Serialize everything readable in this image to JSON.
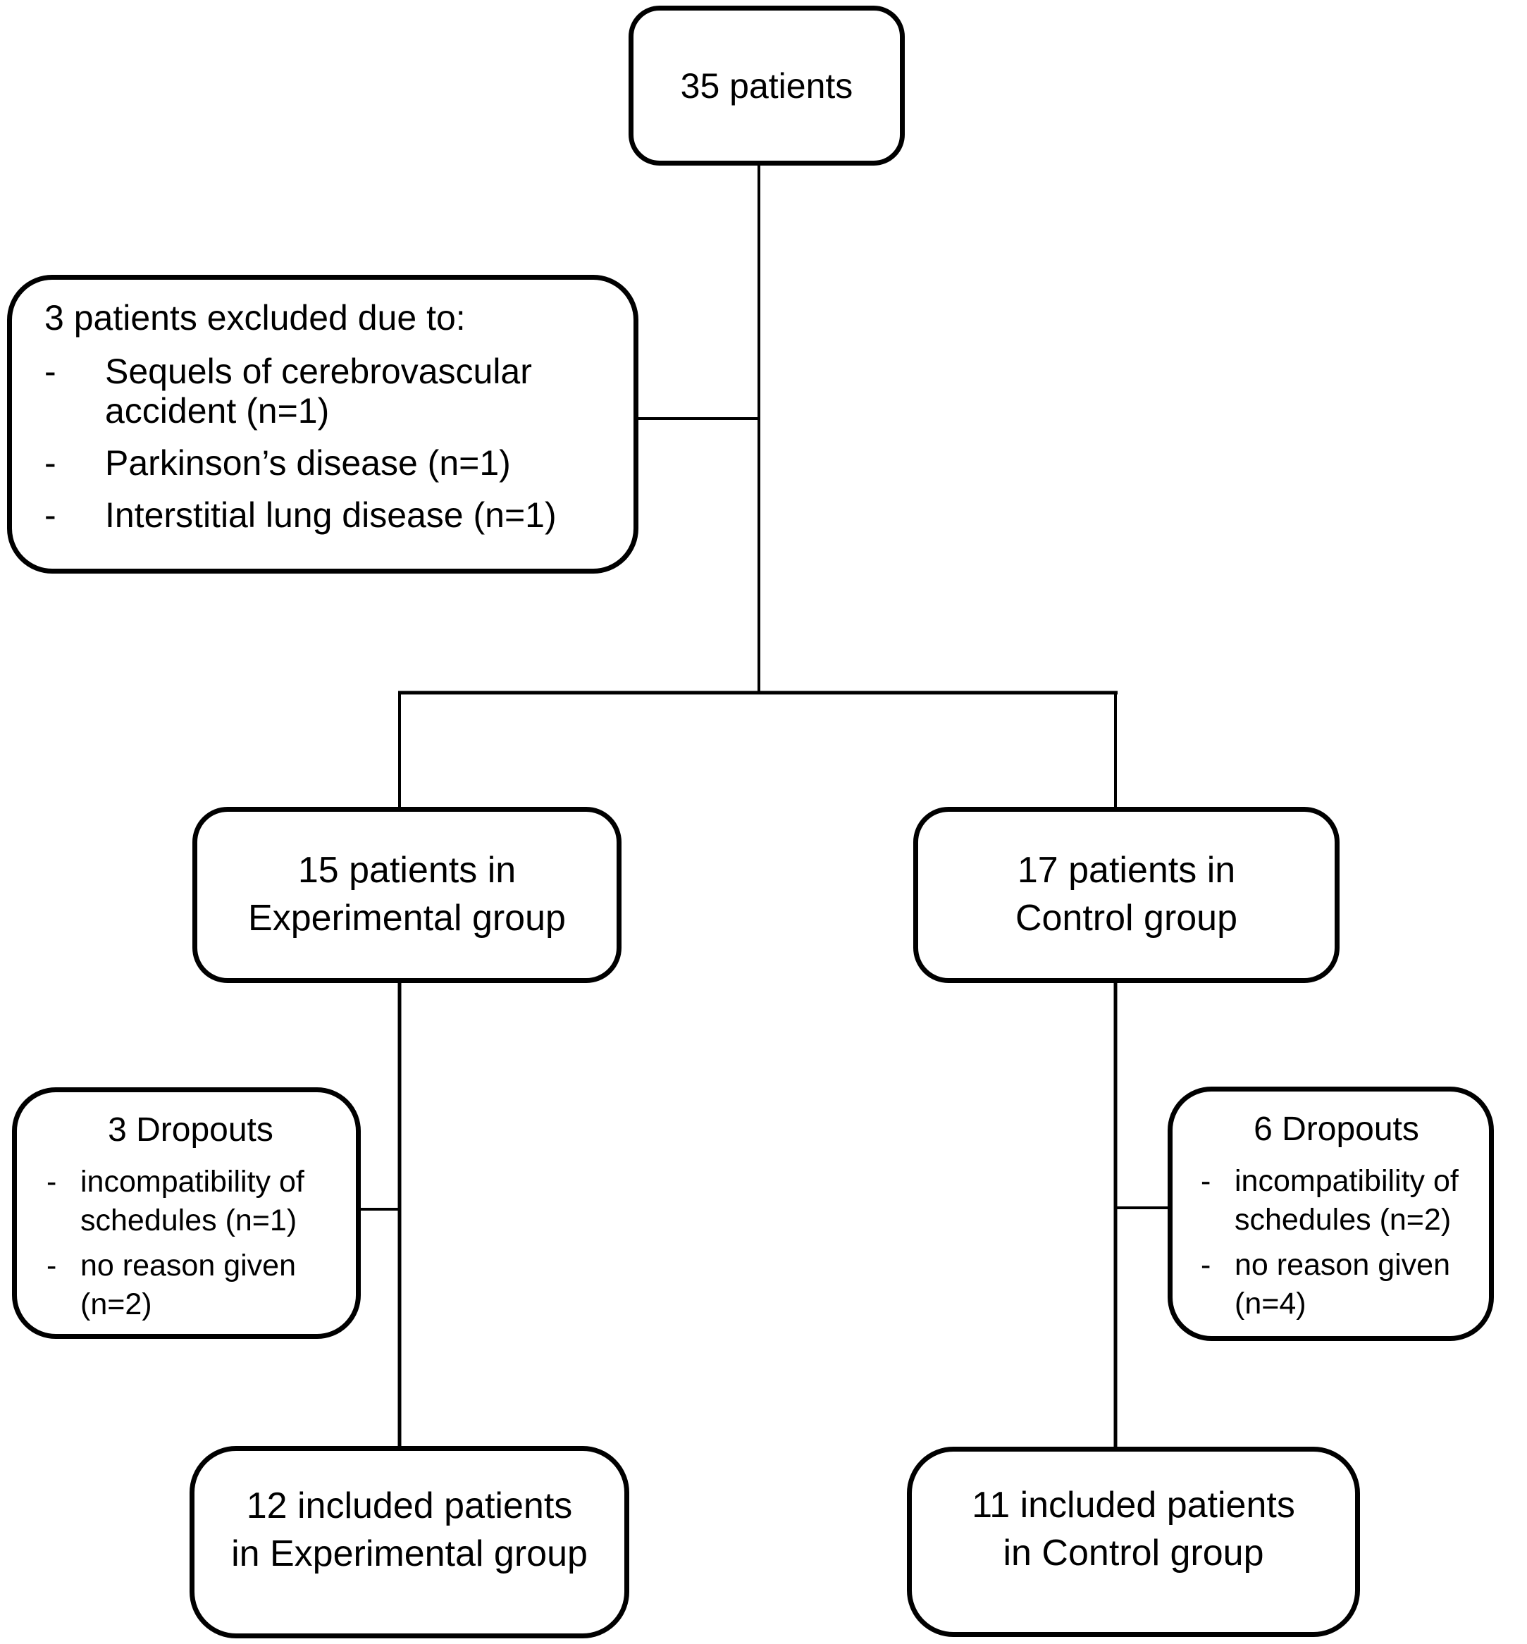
{
  "figure": {
    "type": "flowchart",
    "colors": {
      "background": "#ffffff",
      "box_fill": "#ffffff",
      "box_border": "#000000",
      "connector_line": "#000000",
      "text": "#000000"
    }
  },
  "nodes": {
    "total": {
      "text": "35 patients"
    },
    "excluded": {
      "title": "3 patients excluded due to:",
      "bullets": [
        {
          "dash": "-",
          "text": "Sequels of cerebrovascular accident (n=1)"
        },
        {
          "dash": "-",
          "text": "Parkinson’s disease (n=1)"
        },
        {
          "dash": "-",
          "text": "Interstitial lung disease (n=1)"
        }
      ]
    },
    "experimental": {
      "lines": [
        "15 patients in",
        "Experimental group"
      ]
    },
    "control": {
      "lines": [
        "17 patients in",
        "Control group"
      ]
    },
    "dropouts_experimental": {
      "title": "3 Dropouts",
      "bullets": [
        {
          "dash": "-",
          "text": "incompatibility of schedules (n=1)"
        },
        {
          "dash": "-",
          "text": "no reason given (n=2)"
        }
      ]
    },
    "dropouts_control": {
      "title": "6 Dropouts",
      "bullets": [
        {
          "dash": "-",
          "text": "incompatibility of schedules (n=2)"
        },
        {
          "dash": "-",
          "text": "no reason given (n=4)"
        }
      ]
    },
    "included_experimental": {
      "lines": [
        "12 included patients",
        "in Experimental group"
      ]
    },
    "included_control": {
      "lines": [
        "11 included patients",
        "in Control group"
      ]
    }
  }
}
